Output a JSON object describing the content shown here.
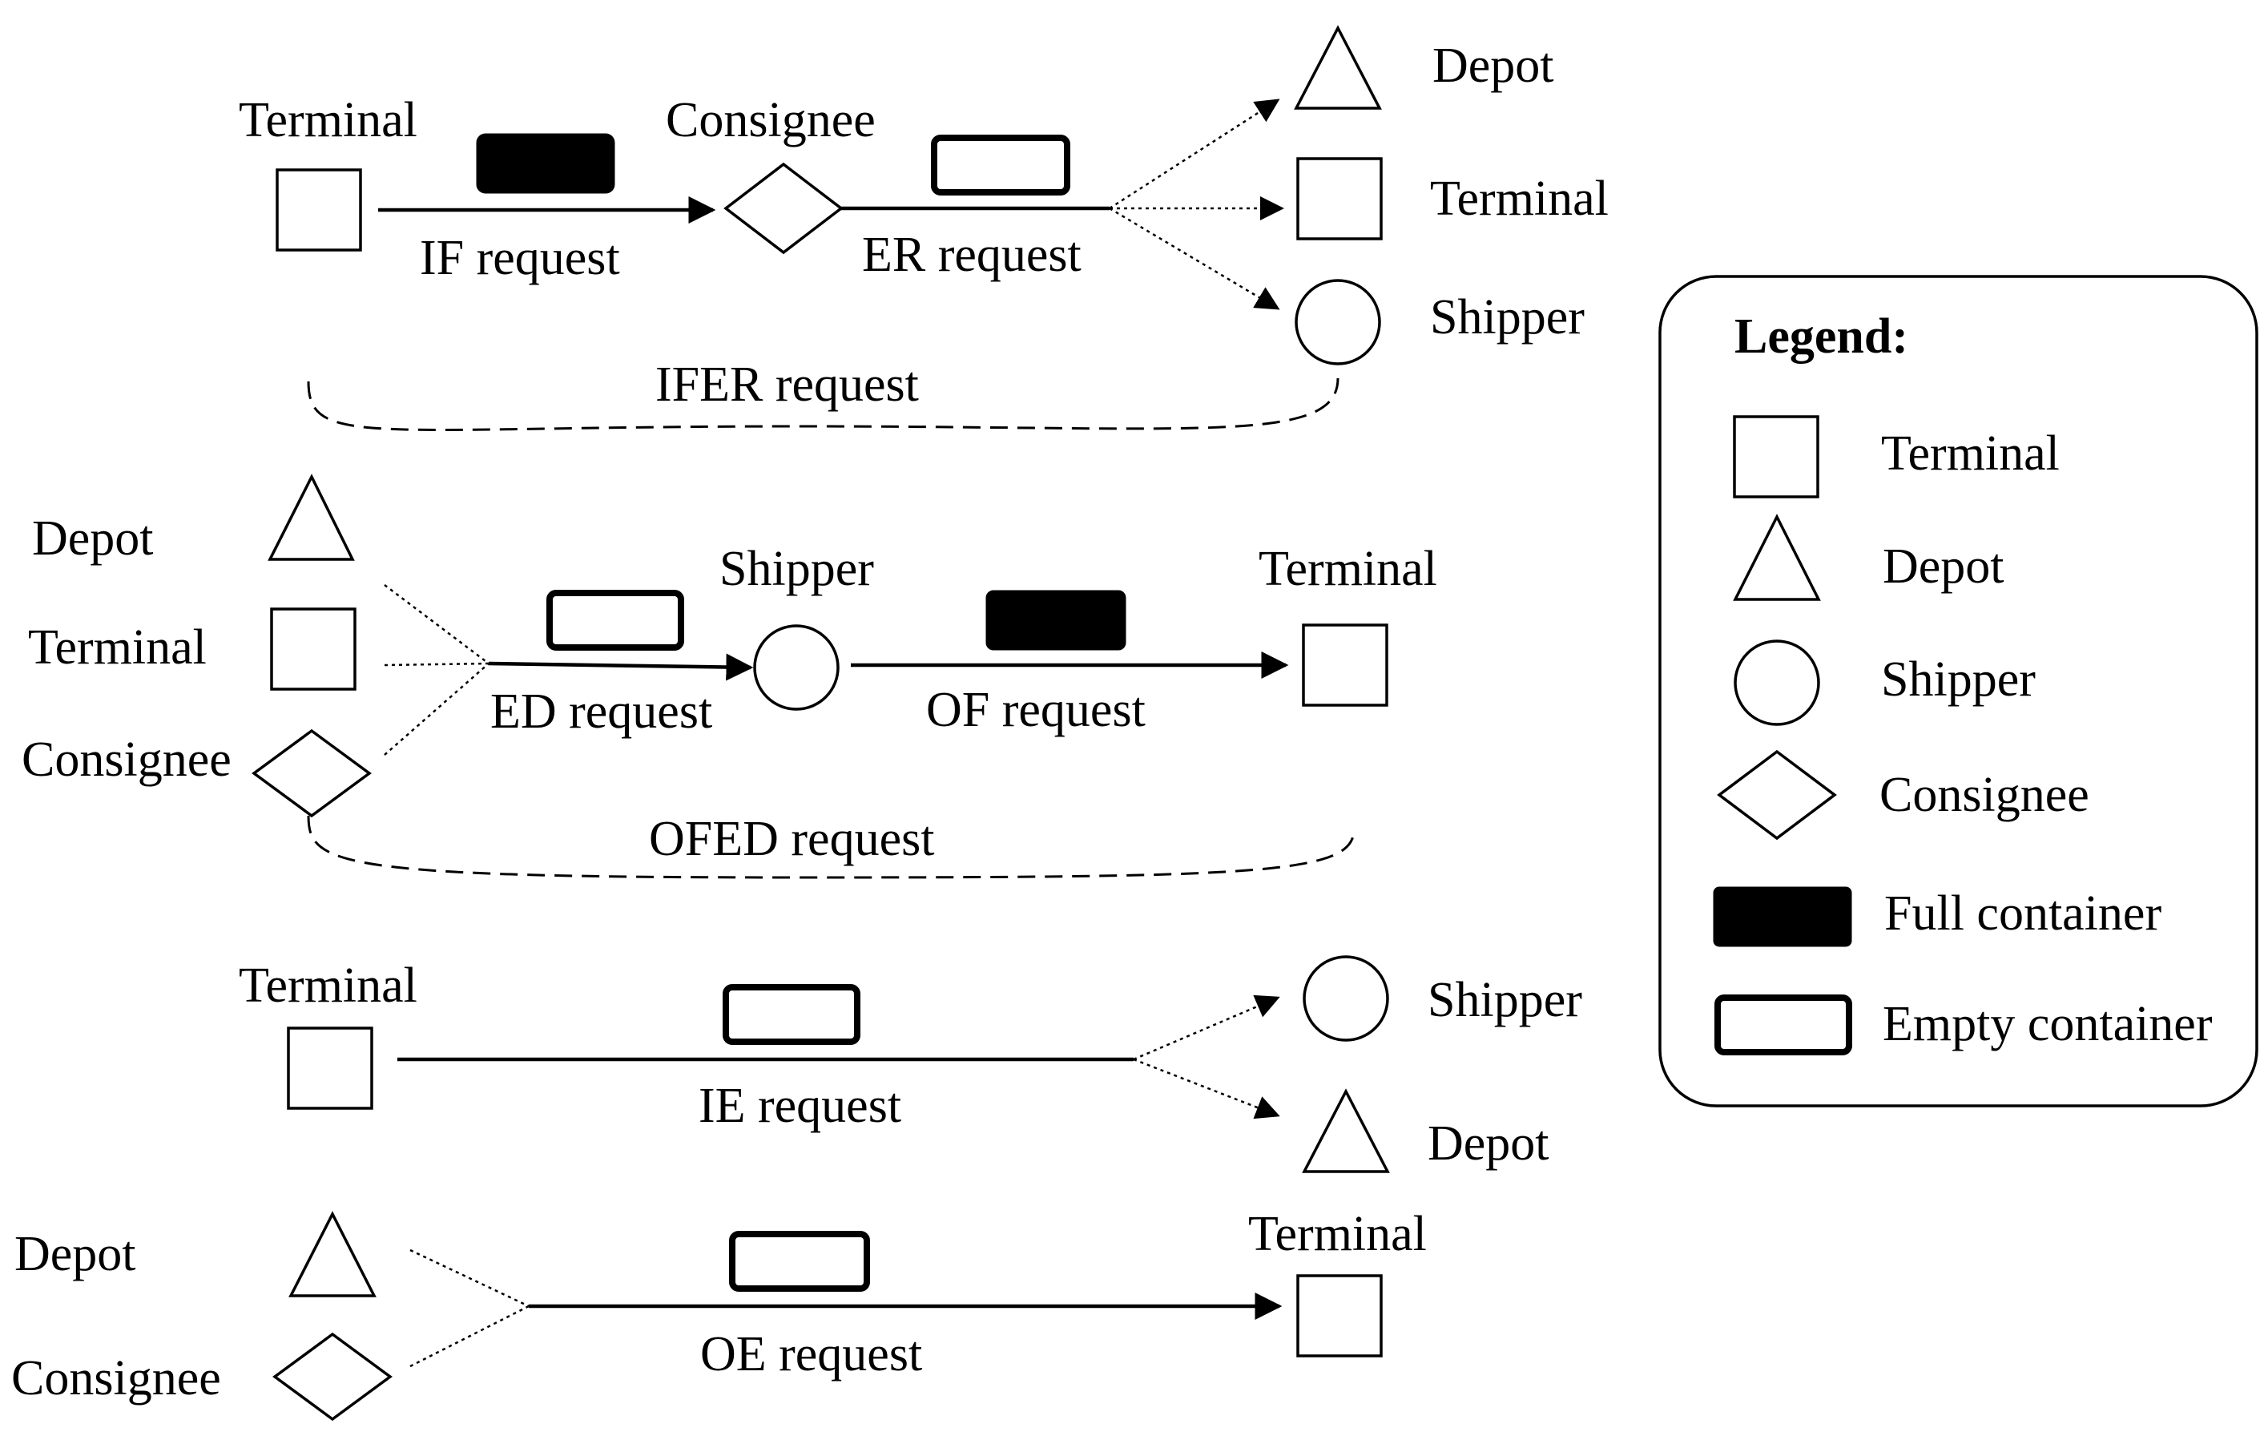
{
  "flows": {
    "ifer": {
      "origin": "Terminal",
      "middle": "Consignee",
      "if_request": "IF request",
      "er_request": "ER request",
      "dest_depot": "Depot",
      "dest_terminal": "Terminal",
      "dest_shipper": "Shipper",
      "combined": "IFER request"
    },
    "ofed": {
      "src_depot": "Depot",
      "src_terminal": "Terminal",
      "src_consignee": "Consignee",
      "middle": "Shipper",
      "end": "Terminal",
      "ed_request": "ED request",
      "of_request": "OF request",
      "combined": "OFED request"
    },
    "ie": {
      "origin": "Terminal",
      "request": "IE request",
      "dest_shipper": "Shipper",
      "dest_depot": "Depot"
    },
    "oe": {
      "src_depot": "Depot",
      "src_consignee": "Consignee",
      "end": "Terminal",
      "request": "OE request"
    }
  },
  "legend": {
    "title": "Legend:",
    "terminal": "Terminal",
    "depot": "Depot",
    "shipper": "Shipper",
    "consignee": "Consignee",
    "full_container": "Full container",
    "empty_container": "Empty container"
  }
}
